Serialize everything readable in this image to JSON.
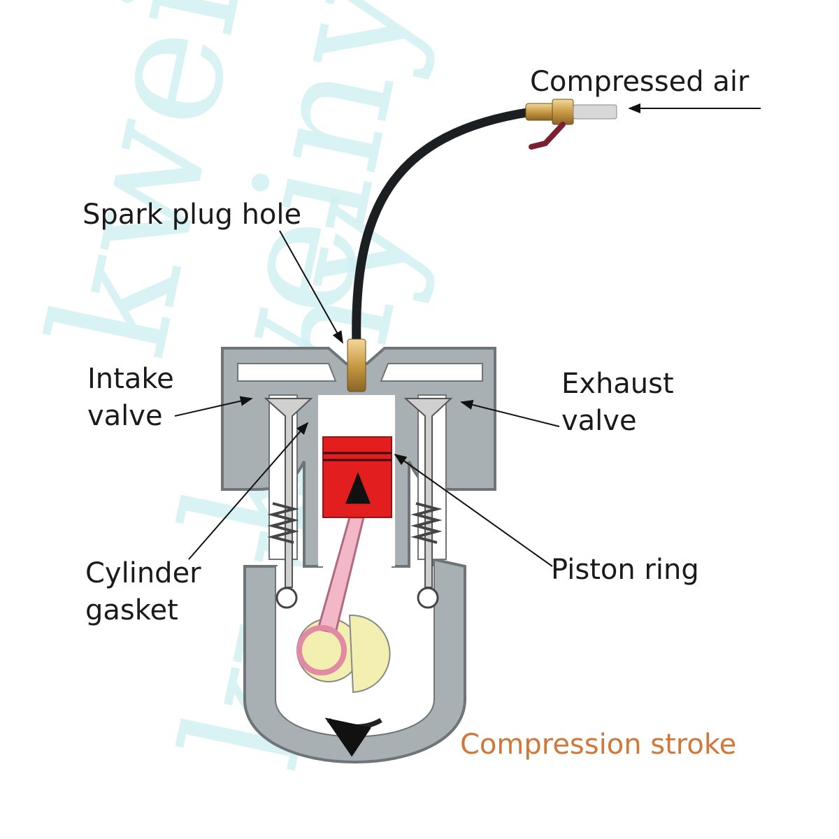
{
  "diagram": {
    "title": "Compression stroke",
    "labels": {
      "compressed_air": "Compressed  air",
      "spark_plug_hole": "Spark plug hole",
      "intake_valve_line1": "Intake",
      "intake_valve_line2": "valve",
      "exhaust_valve_line1": "Exhaust",
      "exhaust_valve_line2": "valve",
      "cylinder_gasket_line1": "Cylinder",
      "cylinder_gasket_line2": "gasket",
      "piston_ring": "Piston ring"
    },
    "watermark": "kweiny"
  },
  "colors": {
    "casing": "#a9b0b3",
    "casing_outline": "#6f7478",
    "piston": "#e31e1e",
    "rod": "#f2b8c8",
    "crank": "#f3efb0",
    "title": "#d0773a",
    "watermark": "#cdeff2"
  }
}
